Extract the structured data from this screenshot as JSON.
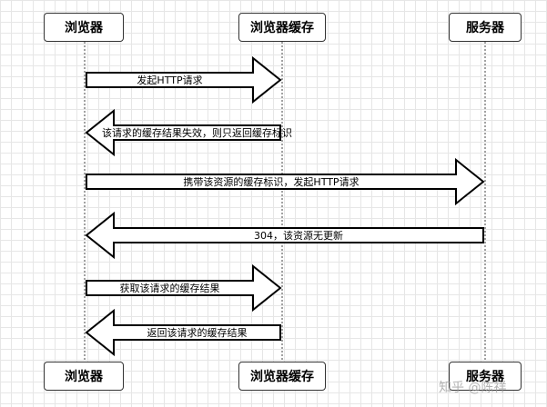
{
  "actors": {
    "browser": "浏览器",
    "cache": "浏览器缓存",
    "server": "服务器"
  },
  "messages": [
    {
      "label": "发起HTTP请求",
      "from": "browser",
      "to": "cache"
    },
    {
      "label": "该请求的缓存结果失效，则只返回缓存标识",
      "from": "cache",
      "to": "browser"
    },
    {
      "label": "携带该资源的缓存标识，发起HTTP请求",
      "from": "browser",
      "to": "server"
    },
    {
      "label": "304，该资源无更新",
      "from": "server",
      "to": "browser"
    },
    {
      "label": "获取该请求的缓存结果",
      "from": "browser",
      "to": "cache"
    },
    {
      "label": "返回该请求的缓存结果",
      "from": "cache",
      "to": "browser"
    }
  ],
  "watermark": "知乎 @陈祥",
  "colors": {
    "line": "#000000",
    "box_border": "#333333",
    "grid": "#e6e6e6"
  }
}
